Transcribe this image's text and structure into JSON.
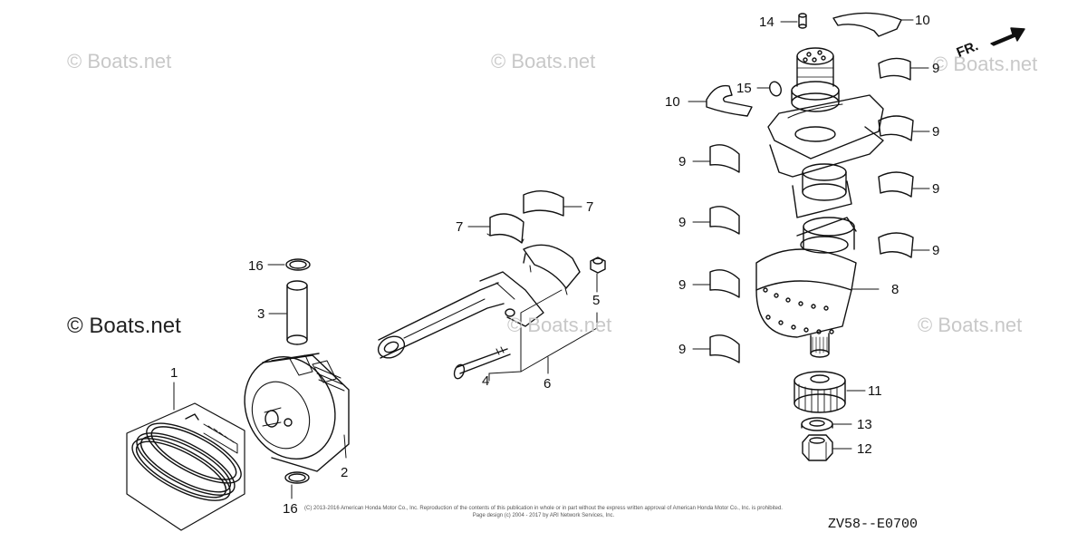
{
  "watermarks": [
    "© Boats.net",
    "© Boats.net",
    "© Boats.net",
    "© Boats.net",
    "© Boats.net",
    "© Boats.net"
  ],
  "direction_label": "FR.",
  "diagram_code": "ZV58--E0700",
  "copyright_lines": [
    "(C) 2013-2016 American Honda Motor Co., Inc. Reproduction of the contents of this publication in whole or in part without the express written approval of American Honda Motor Co., Inc. is prohibited.",
    "Page design (c) 2004 - 2017 by ARI Network Services, Inc."
  ],
  "callouts": {
    "c1": "1",
    "c2": "2",
    "c3": "3",
    "c4": "4",
    "c5": "5",
    "c6": "6",
    "c7a": "7",
    "c7b": "7",
    "c8": "8",
    "c9a": "9",
    "c9b": "9",
    "c9c": "9",
    "c9d": "9",
    "c9e": "9",
    "c9f": "9",
    "c9g": "9",
    "c9h": "9",
    "c10a": "10",
    "c10b": "10",
    "c11": "11",
    "c12": "12",
    "c13": "13",
    "c14": "14",
    "c15": "15",
    "c16a": "16",
    "c16b": "16"
  },
  "colors": {
    "line": "#111111",
    "watermark": "#c8c8c8"
  }
}
